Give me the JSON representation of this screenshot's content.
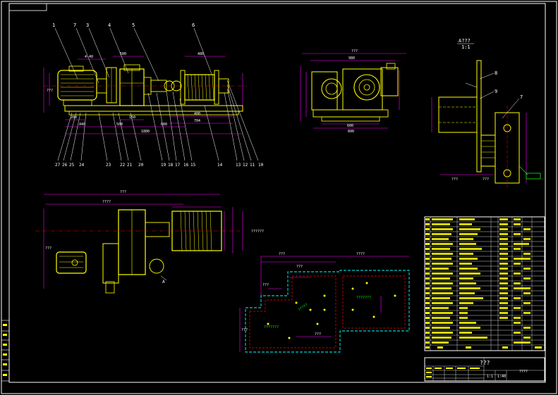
{
  "colors": {
    "background": "#000000",
    "frame": "#ffffff",
    "part": "#ffff00",
    "dimension": "#ff00ff",
    "leader": "#ffffff",
    "foundation": "#00ffff",
    "hidden": "#ff0000",
    "green": "#00ff00"
  },
  "elevation_view": {
    "top_labels": [
      "1",
      "7",
      "3",
      "4",
      "5",
      "6"
    ],
    "bottom_labels": [
      "27",
      "26",
      "25",
      "24",
      "23",
      "22",
      "21",
      "20",
      "19",
      "18",
      "17",
      "16",
      "15",
      "14",
      "13",
      "12",
      "11",
      "10"
    ]
  },
  "section_view": {
    "title": "A???",
    "subtitle": "1:1",
    "labels": [
      "8",
      "9",
      "7"
    ]
  },
  "plan_view": {
    "labels": [
      "A"
    ],
    "note": "??????"
  },
  "title_block": {
    "drawing_name": "???",
    "drawing_no": "????",
    "scale_labels": [
      "1:1",
      "1:40"
    ]
  },
  "left_margin_tags": [
    "",
    "",
    "",
    "",
    "",
    ""
  ]
}
